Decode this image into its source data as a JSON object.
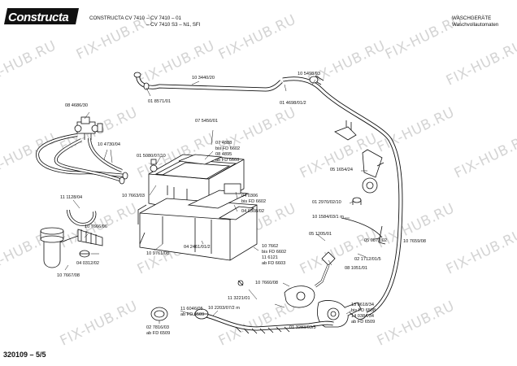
{
  "header": {
    "logo_text": "Constructa",
    "brand_model": "CONSTRUCTA  CV 7410",
    "variant1": "– CV 7410 – 01",
    "variant2": "– CV 7410 S3 – N1, SFI",
    "title_de": "WASCHGERÄTE",
    "subtitle_de": "Waschvollautomaten"
  },
  "footer": {
    "page_number": "320109 – 5/5"
  },
  "watermark": {
    "text": "FIX-HUB.RU",
    "color": "#d4d4d4"
  },
  "parts": {
    "p1": "10 3440/20",
    "p2": "01 8571/01",
    "p3": "10 5498/03",
    "p4": "01 4698/01/2",
    "p5": "08 4686/30",
    "p6": "07 5450/01",
    "p7": "10 4730/04",
    "p8": "01 5080/07/10",
    "p9": "07 4888",
    "p10": "bis FD 6602",
    "p11": "08 4895",
    "p12": "ab FD 6603",
    "p13": "05 1654/24",
    "p14": "11 1128/04",
    "p15": "10 7663/03",
    "p16": "04 0306",
    "p17": "bis FD 6602",
    "p18": "04 0308/02",
    "p19": "01 2970/02/10",
    "p20": "10 1584/03/1 m",
    "p21": "05 1205/01",
    "p22": "05 0872/02",
    "p23": "10 7659/08",
    "p24": "10 7666/06",
    "p25": "10 9761/08",
    "p26": "04 2461/01/2",
    "p27": "10 7662",
    "p28": "bis FD 6602",
    "p29": "11 6121",
    "p30": "ab FD 6603",
    "p31": "04 0312/02",
    "p32": "02 1712/01/5",
    "p33": "08 1051/01",
    "p34": "10 7667/08",
    "p35": "10 7660/08",
    "p36": "11 3221/01",
    "p37": "11 6046/05",
    "p38": "ab FD 6509",
    "p39": "10 2203/07/2 m",
    "p40": "01 3283/03/5",
    "p41": "13 0618/34",
    "p42": "bis FD 6508",
    "p43": "14 0384/34",
    "p44": "ab FD 6509",
    "p45": "02 7816/03",
    "p46": "ab FD 6509"
  }
}
